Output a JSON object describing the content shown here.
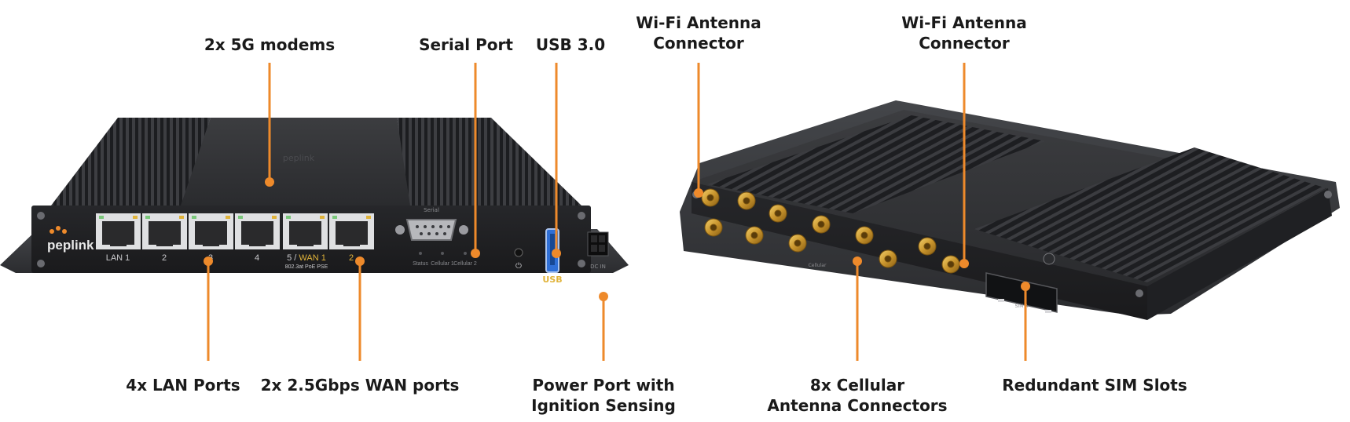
{
  "device_text": {
    "brand": "peplink",
    "lan_labels": [
      "LAN 1",
      "2",
      "3",
      "4"
    ],
    "wan_label_prefix": "5 / ",
    "wan_label_highlight": "WAN 1",
    "wan2_label": "2",
    "poe_label": "802.3at PoE PSE",
    "serial_caption": "Serial",
    "led_labels": [
      "Status",
      "Cellular 1",
      "Cellular 2"
    ],
    "usb_caption": "USB",
    "power_caption": "DC IN",
    "rear_caption": "Cellular",
    "sim_caption": "SIM A"
  },
  "callouts": {
    "modems": [
      "2x 5G modems"
    ],
    "serial": [
      "Serial Port"
    ],
    "usb": [
      "USB 3.0"
    ],
    "wifi_left": [
      "Wi-Fi Antenna",
      "Connector"
    ],
    "wifi_right": [
      "Wi-Fi Antenna",
      "Connector"
    ],
    "lan": [
      "4x LAN Ports"
    ],
    "wan": [
      "2x 2.5Gbps WAN ports"
    ],
    "power": [
      "Power Port with",
      "Ignition Sensing"
    ],
    "cellular": [
      "8x Cellular",
      "Antenna Connectors"
    ],
    "sim": [
      "Redundant SIM Slots"
    ]
  },
  "colors": {
    "accent": "#ee8a2b",
    "usb_blue": "#2f6fd6",
    "antenna_gold": "#c9952d",
    "chassis": "#2a2a2c"
  }
}
